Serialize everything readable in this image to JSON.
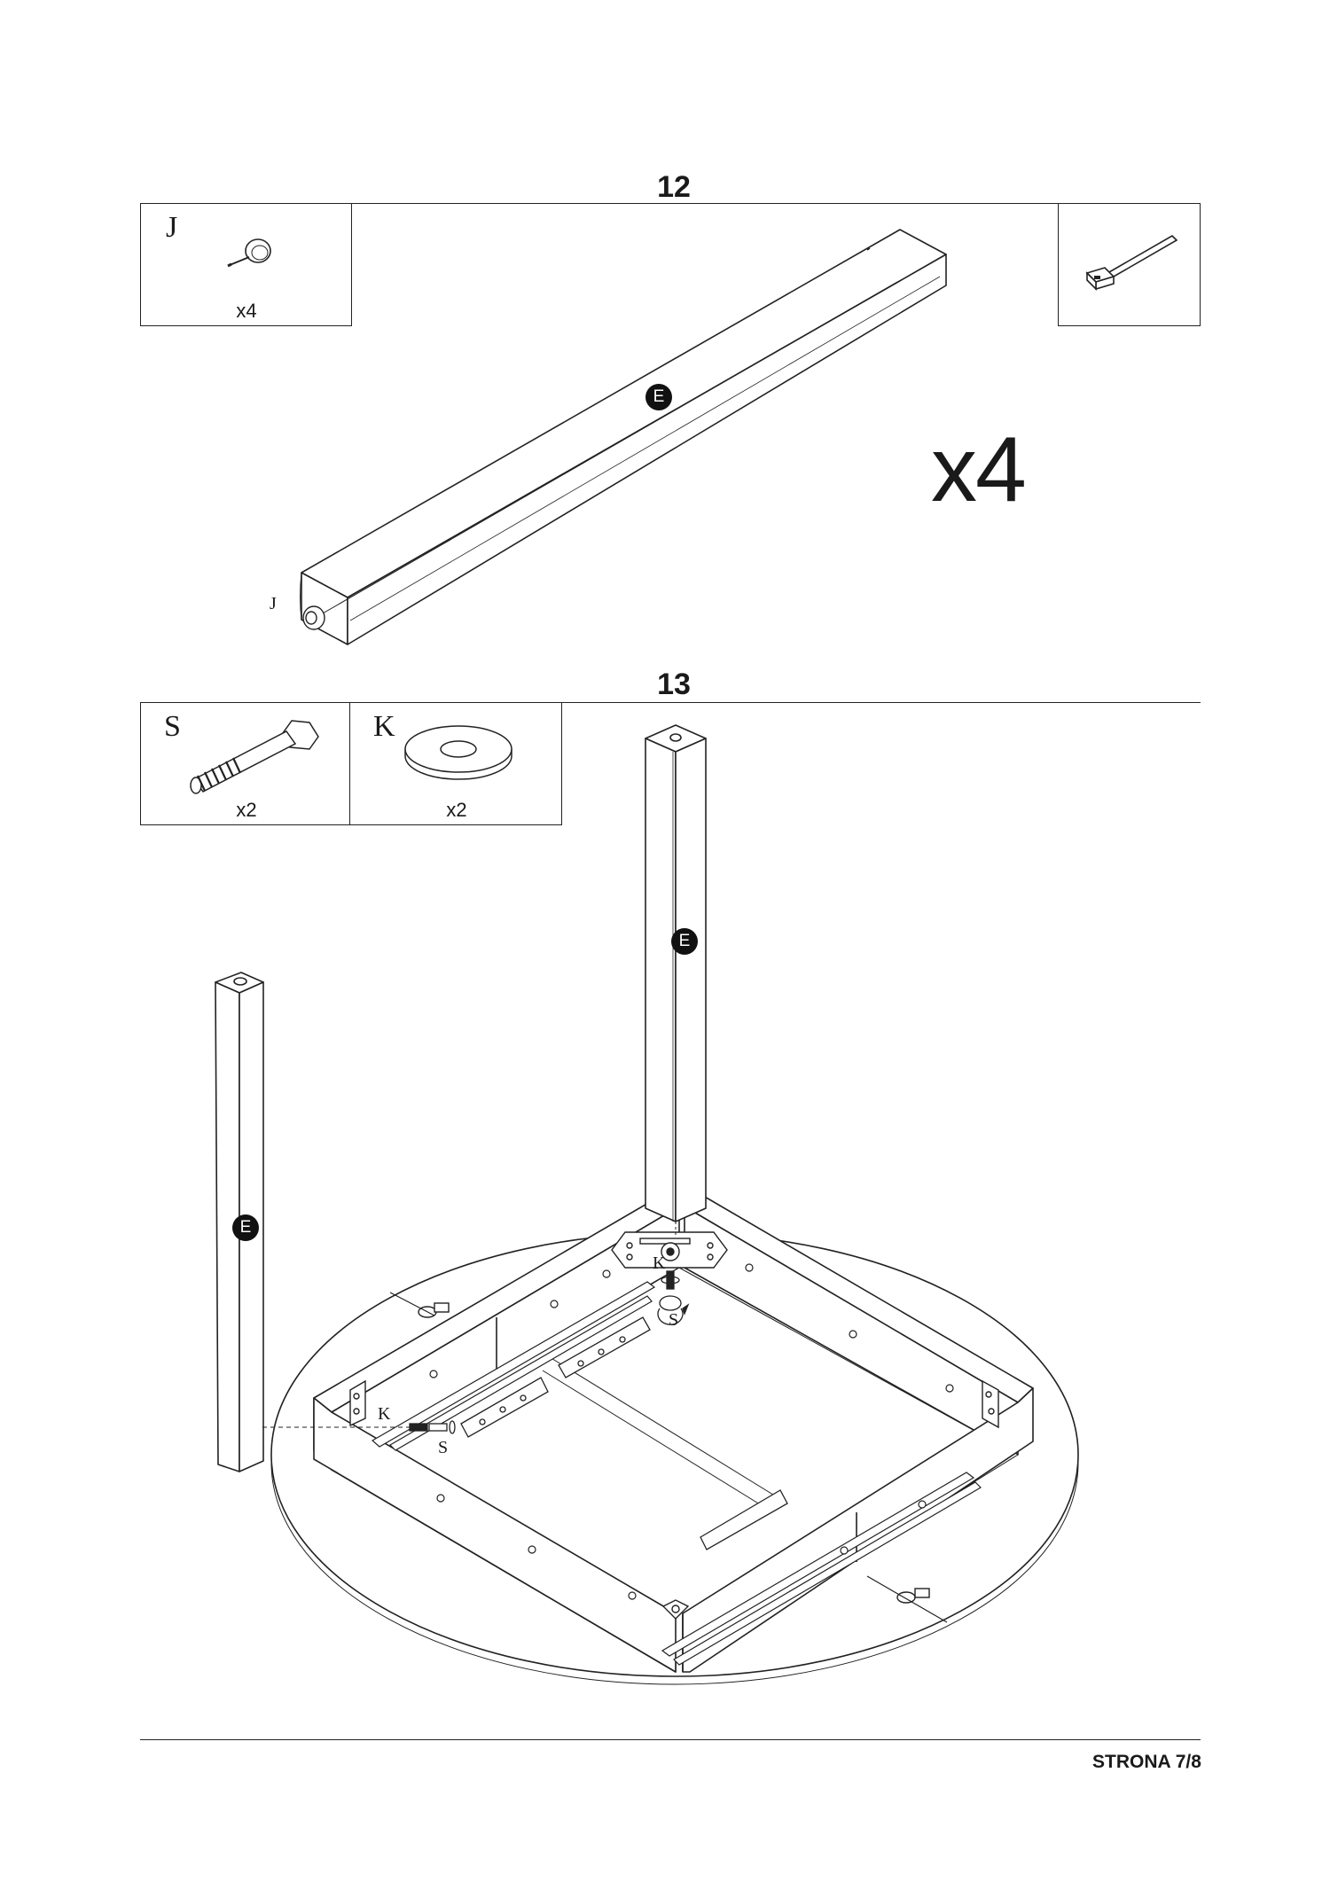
{
  "steps": [
    {
      "number": "12",
      "parts": [
        {
          "letter": "J",
          "quantity": "x4"
        }
      ],
      "multiplier": "x4",
      "part_labels": {
        "leg": "E",
        "glide": "J"
      },
      "tool_icon": "hammer-icon"
    },
    {
      "number": "13",
      "parts": [
        {
          "letter": "S",
          "quantity": "x2"
        },
        {
          "letter": "K",
          "quantity": "x2"
        }
      ],
      "part_labels": {
        "leg_right": "E",
        "leg_left": "E",
        "washer_top": "K",
        "bolt_top": "S",
        "washer_left": "K",
        "bolt_left": "S"
      }
    }
  ],
  "footer": {
    "page": "STRONA 7/8"
  }
}
